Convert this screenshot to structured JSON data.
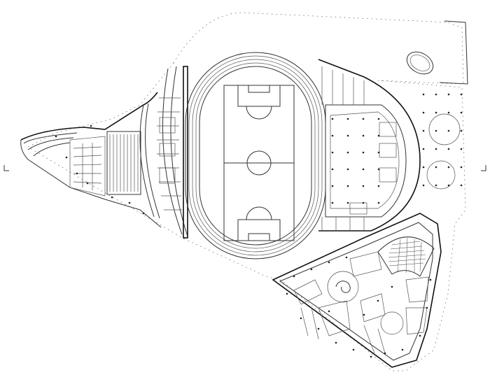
{
  "drawing": {
    "type": "architectural-site-floor-plan",
    "colors": {
      "line": "#333333",
      "background": "#ffffff",
      "column": "#222222"
    },
    "section_marks": [
      "left-section-marker",
      "right-section-marker"
    ]
  }
}
